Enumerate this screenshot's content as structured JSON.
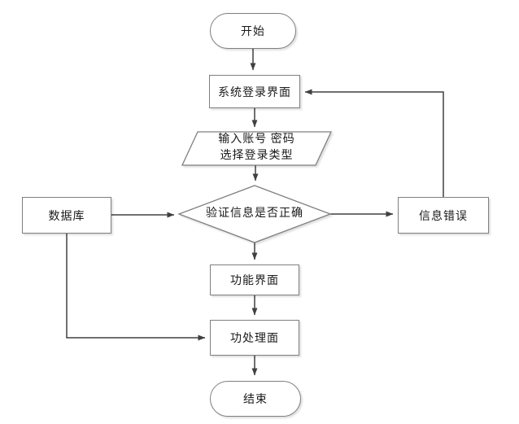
{
  "nodes": {
    "start": {
      "type": "terminator",
      "label": "开始"
    },
    "login": {
      "type": "process",
      "label": "系统登录界面"
    },
    "input": {
      "type": "input-output",
      "label_line1": "输入账号 密码",
      "label_line2": "选择登录类型"
    },
    "verify": {
      "type": "decision",
      "label": "验证信息是否正确"
    },
    "database": {
      "type": "process",
      "label": "数据库"
    },
    "error": {
      "type": "process",
      "label": "信息错误"
    },
    "function_ui": {
      "type": "process",
      "label": "功能界面"
    },
    "processing": {
      "type": "process",
      "label": "功处理面"
    },
    "end": {
      "type": "terminator",
      "label": "结束"
    }
  },
  "edges": [
    {
      "from": "start",
      "to": "login"
    },
    {
      "from": "login",
      "to": "input"
    },
    {
      "from": "input",
      "to": "verify"
    },
    {
      "from": "database",
      "to": "verify"
    },
    {
      "from": "verify",
      "to": "error"
    },
    {
      "from": "error",
      "to": "login"
    },
    {
      "from": "verify",
      "to": "function_ui"
    },
    {
      "from": "function_ui",
      "to": "processing"
    },
    {
      "from": "database",
      "to": "processing"
    },
    {
      "from": "processing",
      "to": "end"
    }
  ],
  "colors": {
    "shape_border": "#7f7f7f",
    "connector": "#404040",
    "text": "#1a1a1a",
    "background": "#ffffff"
  }
}
